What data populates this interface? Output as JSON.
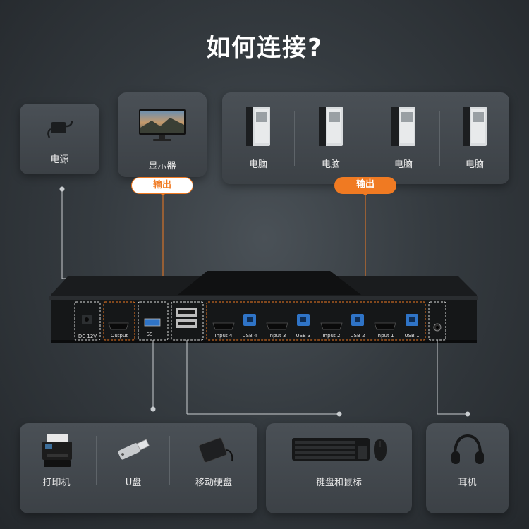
{
  "title": "如何连接?",
  "top_cards": {
    "power": {
      "label": "电源"
    },
    "monitor": {
      "label": "显示器"
    },
    "computers": [
      {
        "label": "电脑"
      },
      {
        "label": "电脑"
      },
      {
        "label": "电脑"
      },
      {
        "label": "电脑"
      }
    ]
  },
  "badges": {
    "monitor_output": "输出",
    "computers_output": "输出"
  },
  "device": {
    "ports": {
      "dc": "DC 12V",
      "output": "Output",
      "ss": "SS",
      "input4": "Input 4",
      "usb4": "USB 4",
      "input3": "Input 3",
      "usb3": "USB 3",
      "input2": "Input 2",
      "usb2": "USB 2",
      "input1": "Input 1",
      "usb1": "USB 1"
    }
  },
  "bottom_cards": {
    "usb_devices": [
      {
        "label": "打印机"
      },
      {
        "label": "U盘"
      },
      {
        "label": "移动硬盘"
      }
    ],
    "keyboard_mouse": {
      "label": "键盘和鼠标"
    },
    "headphones": {
      "label": "耳机"
    }
  },
  "colors": {
    "accent": "#f07a22",
    "card": "#43494e",
    "background": "#30353a"
  }
}
